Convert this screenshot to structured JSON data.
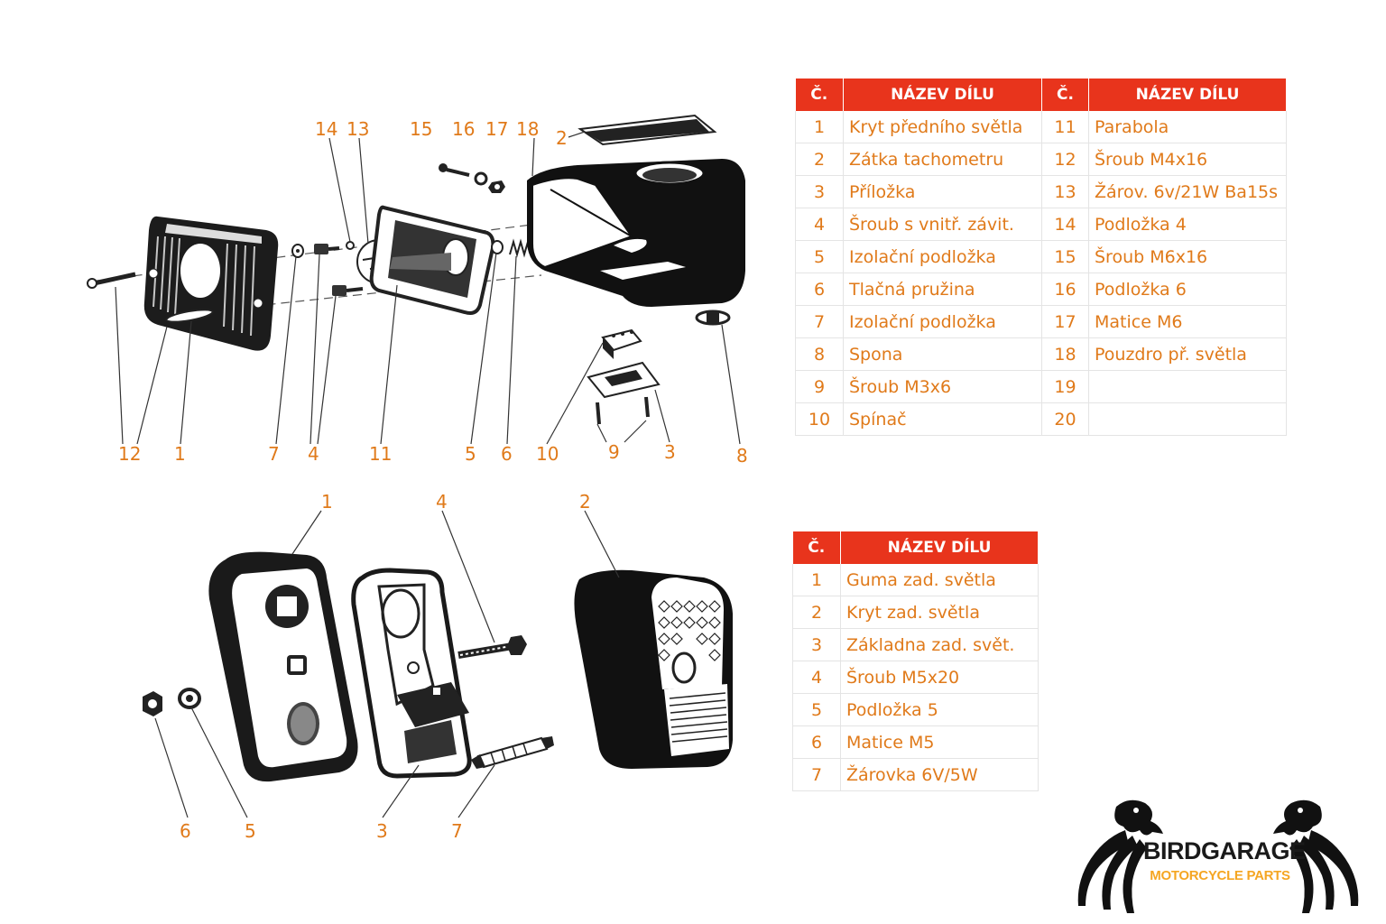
{
  "diagram_front": {
    "callouts": [
      "14",
      "13",
      "15",
      "16",
      "17",
      "18",
      "2",
      "12",
      "1",
      "7",
      "4",
      "11",
      "5",
      "6",
      "10",
      "9",
      "3",
      "8"
    ]
  },
  "diagram_rear": {
    "callouts": [
      "1",
      "4",
      "2",
      "6",
      "5",
      "3",
      "7"
    ]
  },
  "table_front": {
    "header": {
      "num": "Č.",
      "name": "NÁZEV DÍLU"
    },
    "left": [
      {
        "num": "1",
        "name": "Kryt předního světla"
      },
      {
        "num": "2",
        "name": "Zátka tachometru"
      },
      {
        "num": "3",
        "name": "Příložka"
      },
      {
        "num": "4",
        "name": "Šroub s vnitř. závit."
      },
      {
        "num": "5",
        "name": "Izolační podložka"
      },
      {
        "num": "6",
        "name": "Tlačná pružina"
      },
      {
        "num": "7",
        "name": "Izolační podložka"
      },
      {
        "num": "8",
        "name": "Spona"
      },
      {
        "num": "9",
        "name": "Šroub M3x6"
      },
      {
        "num": "10",
        "name": "Spínač"
      }
    ],
    "right": [
      {
        "num": "11",
        "name": "Parabola"
      },
      {
        "num": "12",
        "name": "Šroub M4x16"
      },
      {
        "num": "13",
        "name": "Žárov. 6v/21W Ba15s"
      },
      {
        "num": "14",
        "name": "Podložka 4"
      },
      {
        "num": "15",
        "name": "Šroub M6x16"
      },
      {
        "num": "16",
        "name": "Podložka 6"
      },
      {
        "num": "17",
        "name": "Matice M6"
      },
      {
        "num": "18",
        "name": "Pouzdro př. světla"
      },
      {
        "num": "19",
        "name": ""
      },
      {
        "num": "20",
        "name": ""
      }
    ]
  },
  "table_rear": {
    "header": {
      "num": "Č.",
      "name": "NÁZEV DÍLU"
    },
    "rows": [
      {
        "num": "1",
        "name": "Guma zad. světla"
      },
      {
        "num": "2",
        "name": "Kryt zad. světla"
      },
      {
        "num": "3",
        "name": "Základna zad. svět."
      },
      {
        "num": "4",
        "name": "Šroub M5x20"
      },
      {
        "num": "5",
        "name": "Podložka 5"
      },
      {
        "num": "6",
        "name": "Matice M5"
      },
      {
        "num": "7",
        "name": "Žárovka 6V/5W"
      }
    ]
  },
  "logo": {
    "brand": "BIRDGARAGE",
    "tagline": "MOTORCYCLE PARTS"
  },
  "colors": {
    "header_bg": "#e8341c",
    "text_accent": "#e07a1a",
    "logo_tag": "#f5a623"
  }
}
